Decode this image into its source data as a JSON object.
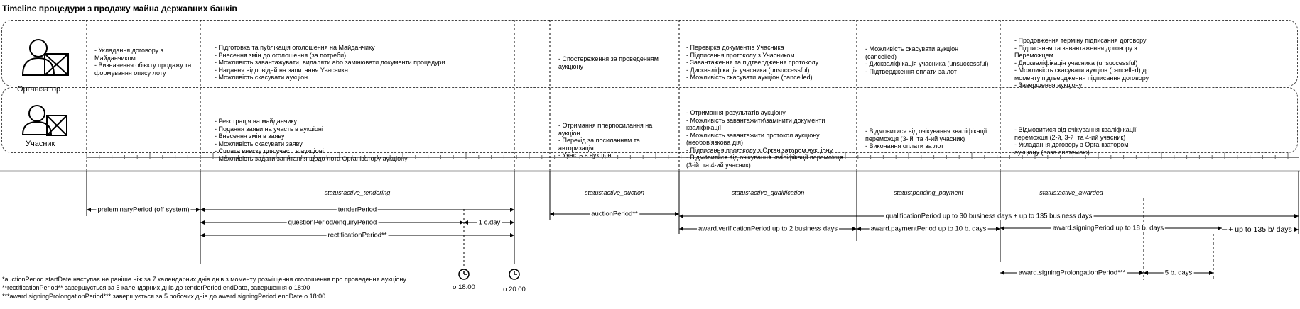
{
  "title": "Timeline процедури з продажу майна державних банків",
  "roles": {
    "organizer": "Організатор",
    "participant": "Учасник"
  },
  "organizer_cells": [
    "- Укладання договору з\nМайданчиком\n- Визначення об'єкту продажу та\nформування опису лоту",
    "- Підготовка та публікація оголошення на Майданчику\n- Внесення змін до оголошення (за потреби)\n- Можливість завантажувати, видаляти або замінювати документи процедури.\n- Надання відповідей на запитання Учасника\n- Можливість скасувати аукціон",
    "- Спостереження за проведенням\nаукціону",
    "- Перевірка документів Учасника\n- Підписання протоколу з Учасником\n- Завантаження та підтвердження протоколу\n- Дискваліфікація учасника (unsuccessful)\n- Можливість скасувати аукціон (cancelled)",
    "- Можливість скасувати аукціон\n(cancelled)\n- Дискваліфікація учасника (unsuccessful)\n- Підтвердження оплати за лот",
    "- Продовження терміну підписання договору\n- Підписання та завантаження договору з\nПереможцем\n- Дискваліфікація учасника (unsuccessful)\n- Можливість скасувати аукціон (cancelled) до\nмоменту підтвердження підписання договору\n- Завершення аукціону"
  ],
  "participant_cells": [
    "- Реєстрація на майданчику\n- Подання заяви на участь в аукціоні\n- Внесення змін в заяву\n- Можливість скасувати заяву\n- Сплата внеску для участі в аукціоні\n- Можливість задати запитання щодо лота Організатору аукціону",
    "- Отримання гіперпосилання на\nаукціон\n- Перехід за посиланням та\nавторизація\n- Участь в аукціоні",
    "- Отримання результатів аукціону\n- Можливість завантажити\\замінити документи\nкваліфікації\n- Можливість завантажити протокол аукціону\n(необов'язкова дія)\n- Підписання протоколу з Організатором аукціону\n- Відмовитися від очікування кваліфікації переможця\n(3-ій  та 4-ий учасник)",
    "- Відмовитися від очікування кваліфікації\nпереможця (3-ій  та 4-ий учасник)\n- Виконання оплати за лот",
    "- Відмовитися від очікування кваліфікації\nпереможця (2-й, 3-й  та 4-ий учасник)\n- Укладання договору з Організатором\nаукціону (поза системою)"
  ],
  "statuses": [
    "status:active_tendering",
    "status:active_auction",
    "status:active_qualification",
    "status:pending_payment",
    "status:active_awarded"
  ],
  "periods": [
    "preleminaryPeriod (off system)",
    "tenderPeriod",
    "questionPeriod/enquiryPeriod",
    "1 c.day",
    "rectificationPeriod**",
    "auctionPeriod**",
    "qualificationPeriod up to 30 business days + up to 135 business days",
    "award.verificationPeriod up to 2 business days",
    "award.paymentPeriod up to 10 b. days",
    "award.signingPeriod up to 18 b. days",
    "+ up to 135 b/ days",
    "award.signingProlongationPeriod***",
    "5 b. days"
  ],
  "times": [
    "о 18:00",
    "о 20:00"
  ],
  "footnotes": [
    "*auctionPeriod.startDate наступає не раніше ніж за 7 календарних днів днів з моменту розміщення оголошення про проведення аукціону",
    "**rectificationPeriod** завершується за 5 календарних днів до tenderPeriod.endDate, завершення о 18:00",
    "***award.signingProlongationPeriod*** завершується за 5 робочих днів до award.signingPeriod.endDate о 18:00"
  ],
  "colors": {
    "line": "#000000",
    "dashed": "#444444"
  }
}
